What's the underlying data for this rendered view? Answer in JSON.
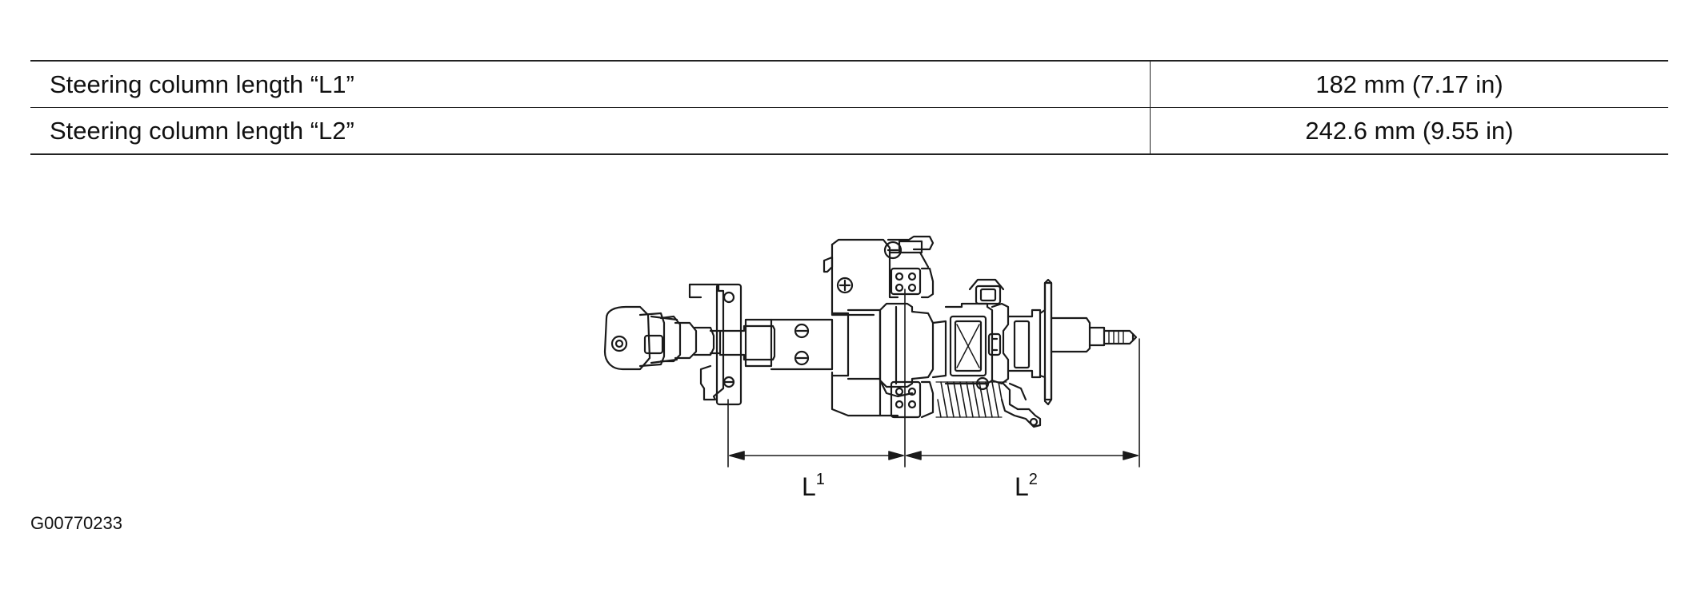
{
  "specs": {
    "rows": [
      {
        "label": "Steering column length “L1”",
        "value": "182 mm (7.17 in)"
      },
      {
        "label": "Steering column length “L2”",
        "value": "242.6 mm (9.55 in)"
      }
    ]
  },
  "diagram": {
    "dimensions": [
      {
        "letter": "L",
        "sub": "1"
      },
      {
        "letter": "L",
        "sub": "2"
      }
    ]
  },
  "figure_id": "G00770233"
}
